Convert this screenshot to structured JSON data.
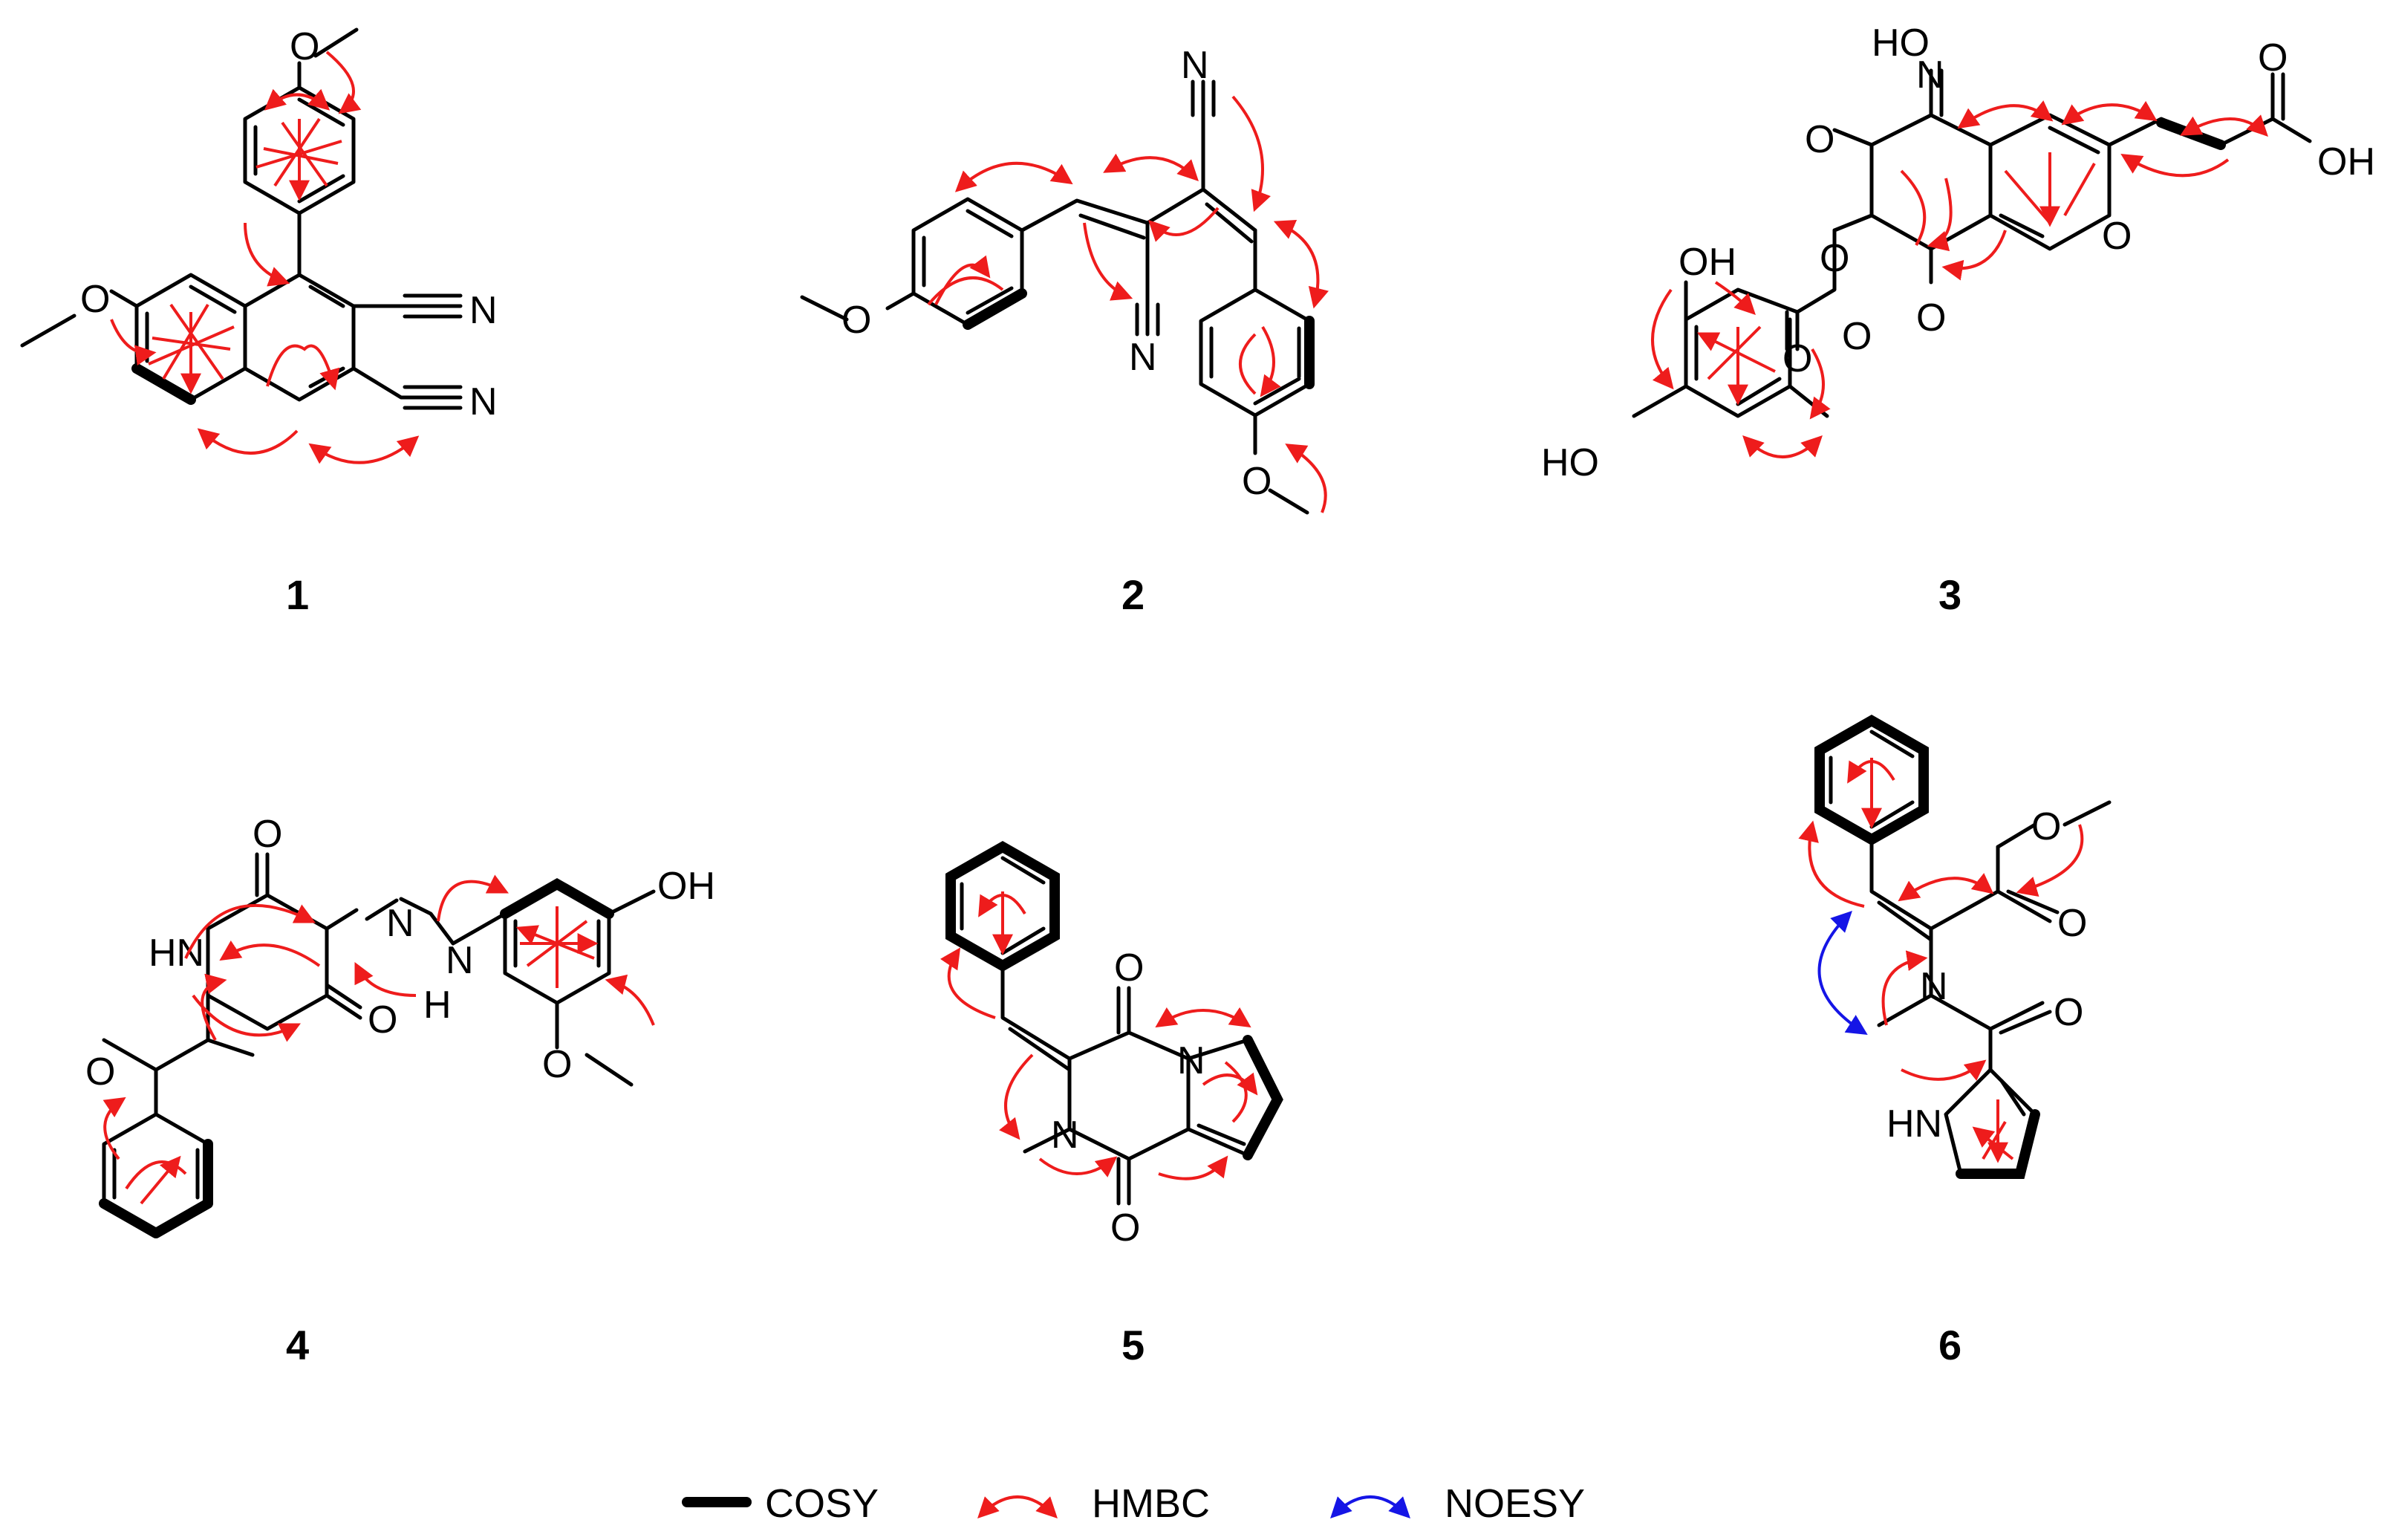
{
  "compounds": [
    {
      "label": "1",
      "atoms": [
        "O",
        "O",
        "N",
        "N"
      ]
    },
    {
      "label": "2",
      "atoms": [
        "N",
        "N",
        "O",
        "O"
      ]
    },
    {
      "label": "3",
      "atoms": [
        "HO",
        "N",
        "O",
        "O",
        "O",
        "O",
        "OH",
        "O",
        "OH",
        "O",
        "HO",
        "O"
      ]
    },
    {
      "label": "4",
      "atoms": [
        "O",
        "HN",
        "N",
        "N",
        "H",
        "O",
        "O",
        "OH",
        "O"
      ]
    },
    {
      "label": "5",
      "atoms": [
        "O",
        "N",
        "N",
        "O"
      ]
    },
    {
      "label": "6",
      "atoms": [
        "O",
        "O",
        "N",
        "O",
        "HN"
      ]
    }
  ],
  "legend": {
    "cosy": "COSY",
    "hmbc": "HMBC",
    "noesy": "NOESY"
  },
  "colors": {
    "hmbc": "#ee1c1c",
    "noesy": "#1515e6",
    "bond": "#000000"
  }
}
